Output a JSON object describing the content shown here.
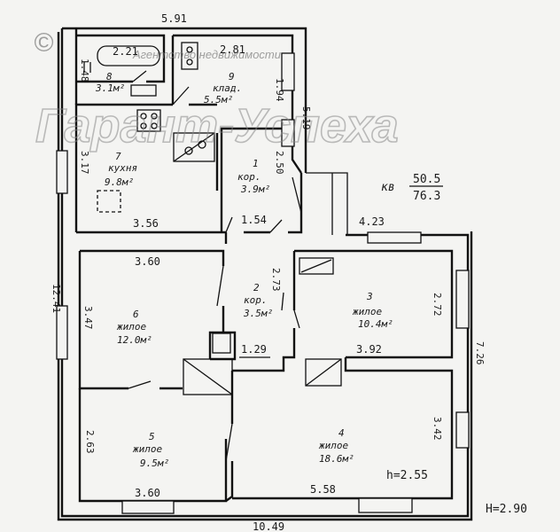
{
  "watermark": {
    "copyright": "©",
    "company": "Агентство недвижимости",
    "brand": "Гарант-Успеха"
  },
  "dimensions": {
    "top_total": "5.91",
    "bottom_total": "10.49",
    "left_total": "12.41",
    "right_lower": "7.26",
    "bath_w": "2.21",
    "bath_h": "1.48",
    "storage_w": "2.81",
    "storage_h": "1.94",
    "storage_side": "5.19",
    "kitchen_h": "3.17",
    "kitchen_w": "3.56",
    "corr1_h": "2.50",
    "corr1_w": "1.54",
    "r3_top": "4.23",
    "r3_bottom": "3.92",
    "r3_h": "2.72",
    "r6_w": "3.60",
    "r6_h": "3.47",
    "corr2_h": "2.73",
    "corr2_w": "1.29",
    "r5_h": "2.63",
    "r5_w": "3.60",
    "r4_h": "3.42",
    "r4_w": "5.58"
  },
  "rooms": [
    {
      "num": "8",
      "area": "3.1м²"
    },
    {
      "num": "9",
      "name": "клад.",
      "area": "5.5м²"
    },
    {
      "num": "7",
      "name": "кухня",
      "area": "9.8м²"
    },
    {
      "num": "1",
      "name": "кор.",
      "area": "3.9м²"
    },
    {
      "num": "2",
      "name": "кор.",
      "area": "3.5м²"
    },
    {
      "num": "3",
      "name": "жилое",
      "area": "10.4м²"
    },
    {
      "num": "6",
      "name": "жилое",
      "area": "12.0м²"
    },
    {
      "num": "5",
      "name": "жилое",
      "area": "9.5м²"
    },
    {
      "num": "4",
      "name": "жилое",
      "area": "18.6м²"
    }
  ],
  "summary": {
    "kv_label": "кв",
    "living_area": "50.5",
    "total_area": "76.3",
    "room_height": "h=2.55",
    "ext_height": "H=2.90"
  }
}
